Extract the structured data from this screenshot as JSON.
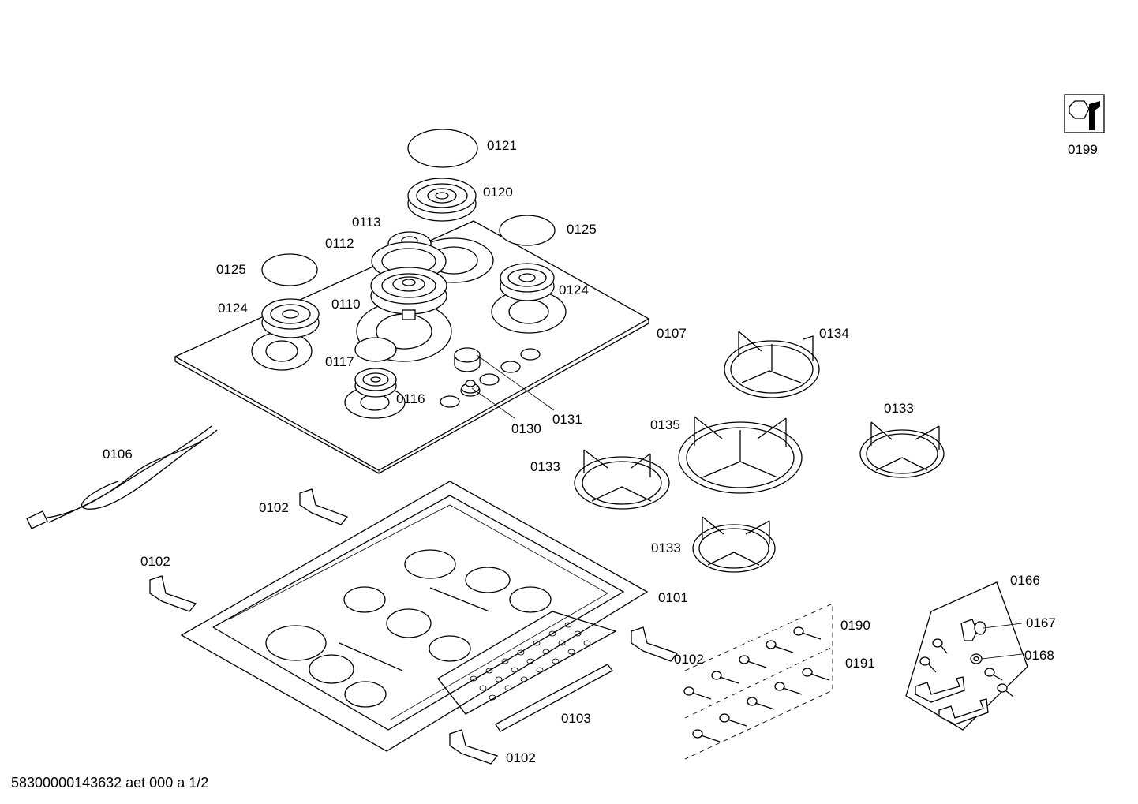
{
  "parts": [
    {
      "id": "p0121",
      "label": "0121"
    },
    {
      "id": "p0120",
      "label": "0120"
    },
    {
      "id": "p0113",
      "label": "0113"
    },
    {
      "id": "p0125a",
      "label": "0125"
    },
    {
      "id": "p0112",
      "label": "0112"
    },
    {
      "id": "p0125b",
      "label": "0125"
    },
    {
      "id": "p0124a",
      "label": "0124"
    },
    {
      "id": "p0110",
      "label": "0110"
    },
    {
      "id": "p0124b",
      "label": "0124"
    },
    {
      "id": "p0107",
      "label": "0107"
    },
    {
      "id": "p0117",
      "label": "0117"
    },
    {
      "id": "p0116",
      "label": "0116"
    },
    {
      "id": "p0130",
      "label": "0130"
    },
    {
      "id": "p0131",
      "label": "0131"
    },
    {
      "id": "p0134",
      "label": "0134"
    },
    {
      "id": "p0133a",
      "label": "0133"
    },
    {
      "id": "p0135",
      "label": "0135"
    },
    {
      "id": "p0133b",
      "label": "0133"
    },
    {
      "id": "p0133c",
      "label": "0133"
    },
    {
      "id": "p0106",
      "label": "0106"
    },
    {
      "id": "p0102a",
      "label": "0102"
    },
    {
      "id": "p0102b",
      "label": "0102"
    },
    {
      "id": "p0101",
      "label": "0101"
    },
    {
      "id": "p0102c",
      "label": "0102"
    },
    {
      "id": "p0103",
      "label": "0103"
    },
    {
      "id": "p0102d",
      "label": "0102"
    },
    {
      "id": "p0190",
      "label": "0190"
    },
    {
      "id": "p0191",
      "label": "0191"
    },
    {
      "id": "p0166",
      "label": "0166"
    },
    {
      "id": "p0167",
      "label": "0167"
    },
    {
      "id": "p0168",
      "label": "0168"
    },
    {
      "id": "p0199",
      "label": "0199"
    }
  ],
  "footer": {
    "document_number": "58300000143632 aet 000 a 1/2"
  },
  "icons": {
    "service_badge": "nut-and-wrench-icon"
  }
}
